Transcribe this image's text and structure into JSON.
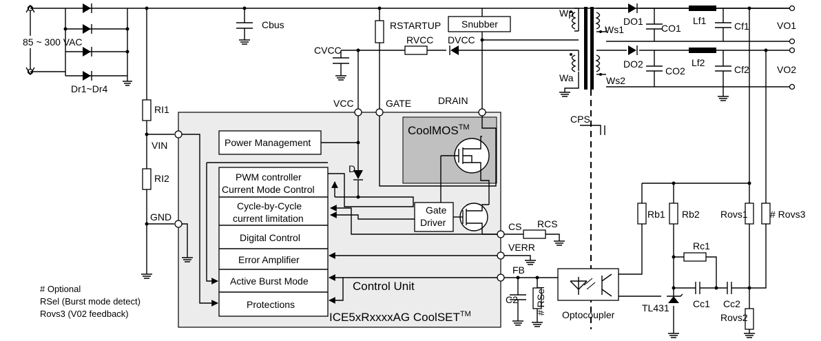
{
  "input": {
    "ac_label": "85 ~ 300 VAC",
    "bridge_label": "Dr1~Dr4"
  },
  "passives": {
    "cbus": "Cbus",
    "rstartup": "RSTARTUP",
    "rvcc": "RVCC",
    "dvcc": "DVCC",
    "cvcc": "CVCC",
    "snubber": "Snubber",
    "rl1": "RI1",
    "rl2": "RI2",
    "rcs": "RCS",
    "c2": "C2",
    "rsel": "# RSel"
  },
  "transformer": {
    "wp": "Wp",
    "ws1": "Ws1",
    "wa": "Wa",
    "ws2": "Ws2",
    "cps": "CPS"
  },
  "outputs": {
    "do1": "DO1",
    "co1": "CO1",
    "lf1": "Lf1",
    "cf1": "Cf1",
    "vo1": "VO1",
    "do2": "DO2",
    "co2": "CO2",
    "lf2": "Lf2",
    "cf2": "Cf2",
    "vo2": "VO2"
  },
  "feedback": {
    "rb1": "Rb1",
    "rb2": "Rb2",
    "rc1": "Rc1",
    "cc1": "Cc1",
    "cc2": "Cc2",
    "rovs1": "Rovs1",
    "rovs2": "Rovs2",
    "rovs3": "# Rovs3",
    "tl431": "TL431",
    "optocoupler": "Optocoupler"
  },
  "ic": {
    "pins": {
      "vcc": "VCC",
      "gate": "GATE",
      "drain": "DRAIN",
      "vin": "VIN",
      "gnd": "GND",
      "cs": "CS",
      "verr": "VERR",
      "fb": "FB"
    },
    "coolmos": "CoolMOS",
    "coolmos_tm": "TM",
    "internal_diode": "D",
    "blocks": {
      "power_management": "Power Management",
      "pwm_line1": "PWM controller",
      "pwm_line2": "Current Mode Control",
      "cycle_line1": "Cycle-by-Cycle",
      "cycle_line2": "current limitation",
      "digital_control": "Digital Control",
      "error_amplifier": "Error Amplifier",
      "active_burst_mode": "Active Burst Mode",
      "protections": "Protections",
      "gate_driver_line1": "Gate",
      "gate_driver_line2": "Driver"
    },
    "control_unit": "Control Unit",
    "part_name": "ICE5xRxxxxAG CoolSET",
    "part_tm": "TM"
  },
  "notes": {
    "line1": "# Optional",
    "line2": "RSel (Burst mode detect)",
    "line3": "Rovs3 (V02 feedback)"
  }
}
